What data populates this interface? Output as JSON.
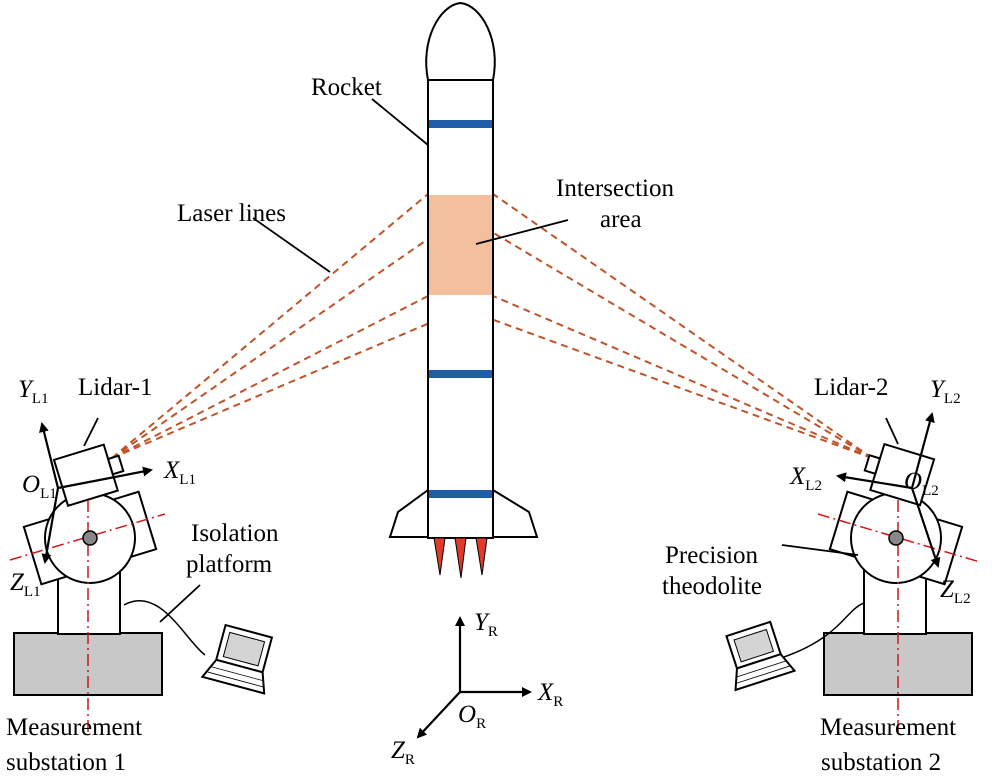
{
  "labels": {
    "rocket": "Rocket",
    "laser_lines": "Laser lines",
    "intersection_line1": "Intersection",
    "intersection_line2": "area",
    "lidar1": "Lidar-1",
    "lidar2": "Lidar-2",
    "isolation_line1": "Isolation",
    "isolation_line2": "platform",
    "precision_line1": "Precision",
    "precision_line2": "theodolite",
    "station1_line1": "Measurement",
    "station1_line2": "substation 1",
    "station2_line1": "Measurement",
    "station2_line2": "substation 2"
  },
  "axes": {
    "y_l1": {
      "main": "Y",
      "sub": "L1"
    },
    "x_l1": {
      "main": "X",
      "sub": "L1"
    },
    "o_l1": {
      "main": "O",
      "sub": "L1"
    },
    "z_l1": {
      "main": "Z",
      "sub": "L1"
    },
    "y_l2": {
      "main": "Y",
      "sub": "L2"
    },
    "x_l2": {
      "main": "X",
      "sub": "L2"
    },
    "o_l2": {
      "main": "O",
      "sub": "L2"
    },
    "z_l2": {
      "main": "Z",
      "sub": "L2"
    },
    "y_r": {
      "main": "Y",
      "sub": "R"
    },
    "x_r": {
      "main": "X",
      "sub": "R"
    },
    "o_r": {
      "main": "O",
      "sub": "R"
    },
    "z_r": {
      "main": "Z",
      "sub": "R"
    }
  },
  "colors": {
    "laser": "#c0532a",
    "intersection_fill": "#f4bf9d",
    "rocket_band": "#1f5ea8",
    "flame": "#e23a2a",
    "base_fill": "#c8c8c8",
    "axis_dashdot": "#d01818"
  }
}
